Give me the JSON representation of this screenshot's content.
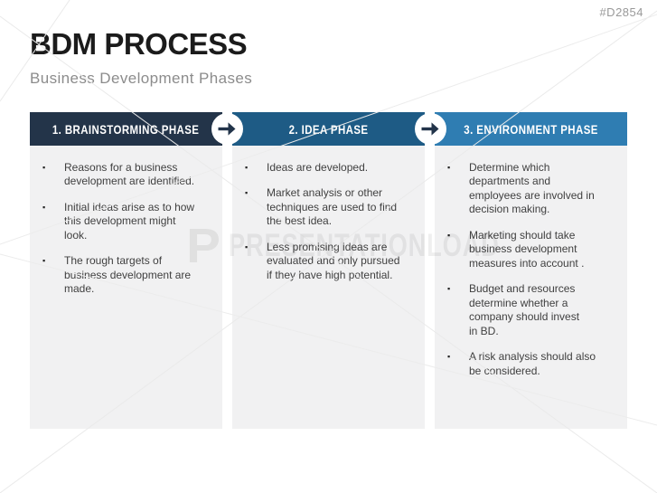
{
  "slide": {
    "code": "#D2854",
    "title": "BDM PROCESS",
    "subtitle": "Business Development Phases"
  },
  "icons": {
    "bullet": "▪",
    "arrow": "right-arrow"
  },
  "colors": {
    "phase1_header": "#233449",
    "phase2_header": "#1E5B85",
    "phase3_header": "#2F7DB2",
    "card_body": "#F1F1F2",
    "body_text": "#404040",
    "arrow_glyph": "#22344A",
    "code_text": "#999999",
    "subtitle_text": "#8C8C8C"
  },
  "phases": [
    {
      "header": "1. BRAINSTORMING PHASE",
      "header_color": "#233449",
      "bullets": [
        "Reasons for a business\ndevelopment are identified.",
        "Initial ideas arise as to how\nthis development might\nlook.",
        "The rough targets of\nbusiness development are\nmade."
      ]
    },
    {
      "header": "2. IDEA PHASE",
      "header_color": "#1E5B85",
      "bullets": [
        "Ideas are developed.",
        "Market analysis or other\ntechniques are used to find\nthe best idea.",
        "Less promising ideas are\nevaluated and only pursued\nif they have high potential."
      ]
    },
    {
      "header": "3. ENVIRONMENT PHASE",
      "header_color": "#2F7DB2",
      "bullets": [
        "Determine which\ndepartments and\nemployees are involved in\ndecision making.",
        "Marketing should take\nbusiness development\nmeasures into account .",
        "Budget and resources\ndetermine whether a\ncompany should invest\nin BD.",
        "A risk analysis should also\nbe considered."
      ]
    }
  ],
  "watermark": {
    "logo": "P",
    "text": "PRESENTATIONLOAD"
  }
}
